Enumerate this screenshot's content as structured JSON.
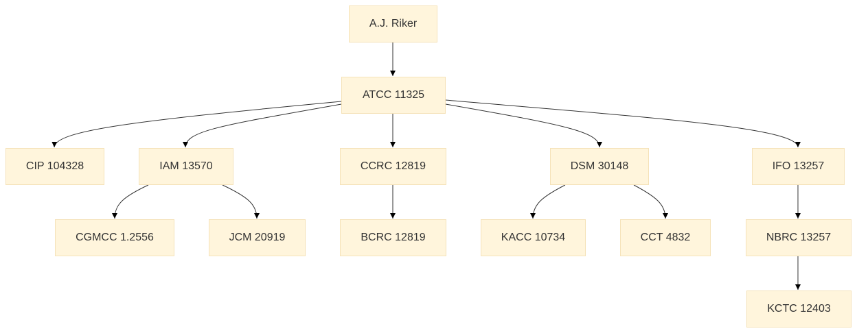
{
  "colors": {
    "node_fill": "#fff5dc",
    "node_border": "#f5e2b8",
    "text": "#333333",
    "edge": "#333333"
  },
  "nodes": {
    "riker": "A.J. Riker",
    "atcc": "ATCC 11325",
    "cip": "CIP 104328",
    "iam": "IAM 13570",
    "ccrc": "CCRC 12819",
    "dsm": "DSM 30148",
    "ifo": "IFO 13257",
    "cgmcc": "CGMCC 1.2556",
    "jcm": "JCM 20919",
    "bcrc": "BCRC 12819",
    "kacc": "KACC 10734",
    "cct": "CCT 4832",
    "nbrc": "NBRC 13257",
    "kctc": "KCTC 12403"
  },
  "edges": [
    [
      "riker",
      "atcc"
    ],
    [
      "atcc",
      "cip"
    ],
    [
      "atcc",
      "iam"
    ],
    [
      "atcc",
      "ccrc"
    ],
    [
      "atcc",
      "dsm"
    ],
    [
      "atcc",
      "ifo"
    ],
    [
      "iam",
      "cgmcc"
    ],
    [
      "iam",
      "jcm"
    ],
    [
      "ccrc",
      "bcrc"
    ],
    [
      "dsm",
      "kacc"
    ],
    [
      "dsm",
      "cct"
    ],
    [
      "ifo",
      "nbrc"
    ],
    [
      "nbrc",
      "kctc"
    ]
  ]
}
